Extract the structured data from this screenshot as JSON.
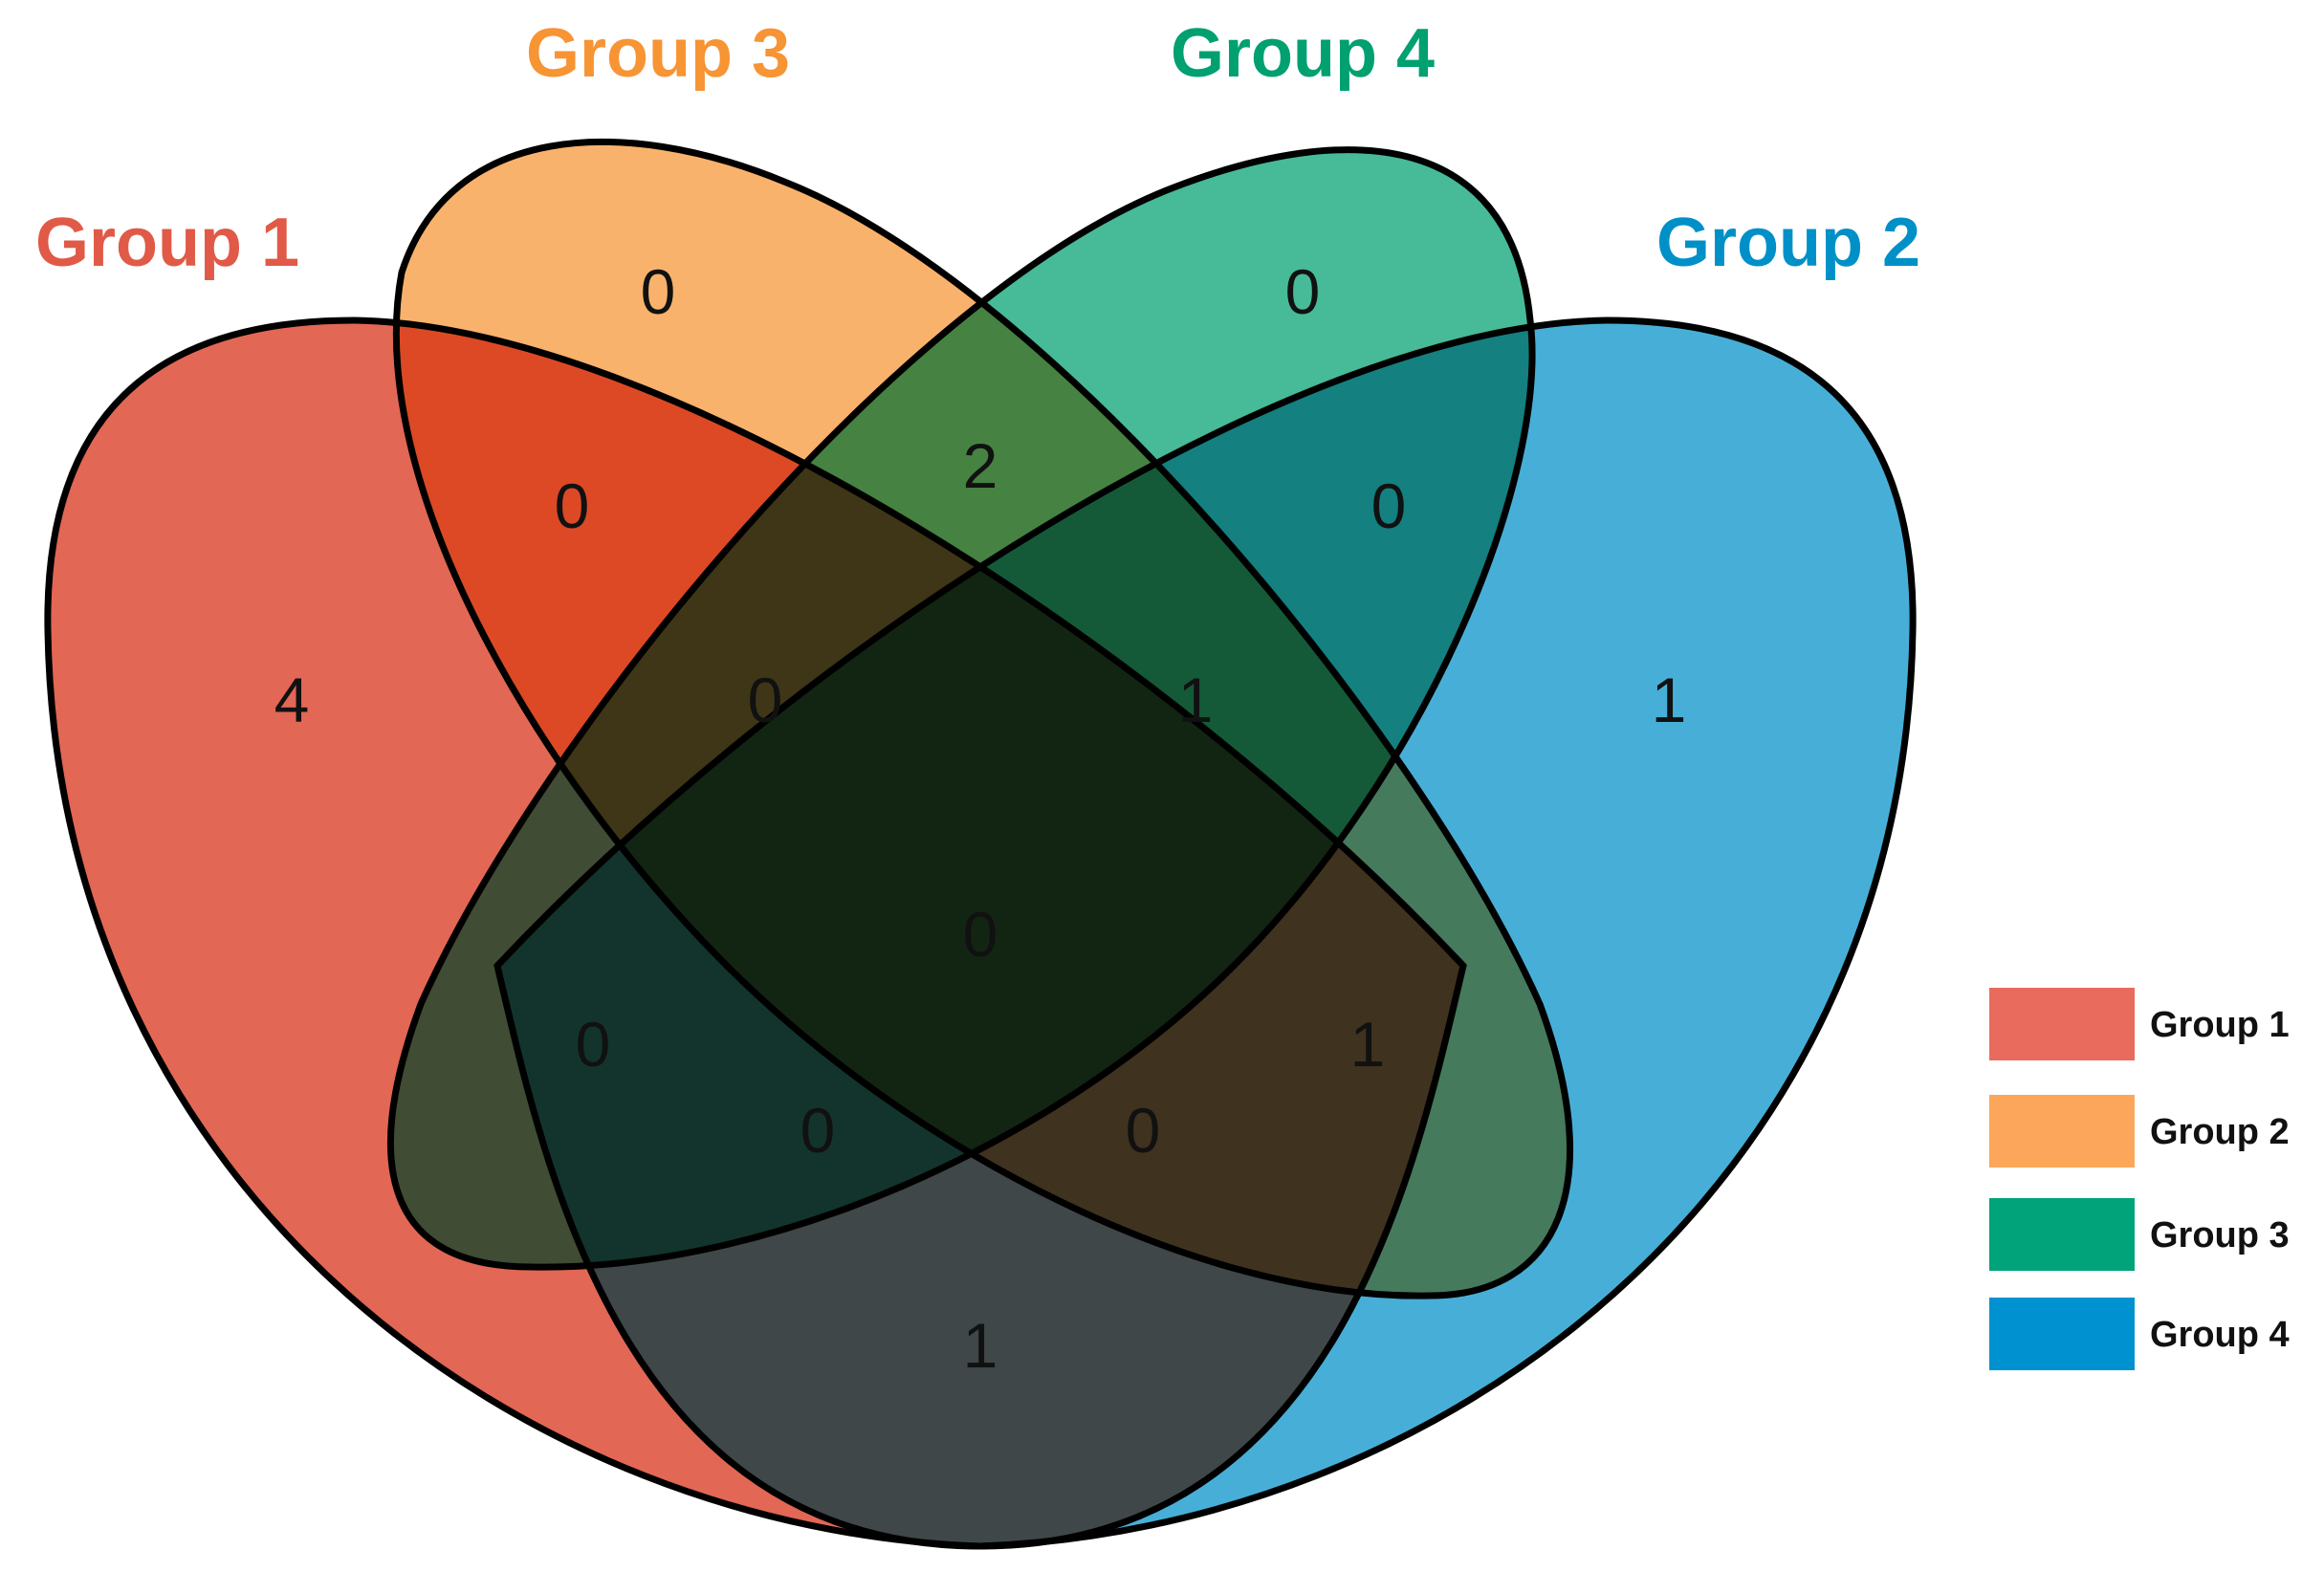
{
  "sets": [
    {
      "id": "g1",
      "title": "Group 1",
      "color": "#E05A47"
    },
    {
      "id": "g2",
      "title": "Group 2",
      "color": "#0090C8"
    },
    {
      "id": "g3",
      "title": "Group 3",
      "color": "#F79433"
    },
    {
      "id": "g4",
      "title": "Group 4",
      "color": "#00A070"
    }
  ],
  "regions": [
    {
      "sets": [
        "Group 1"
      ],
      "count": 4
    },
    {
      "sets": [
        "Group 2"
      ],
      "count": 1
    },
    {
      "sets": [
        "Group 3"
      ],
      "count": 0
    },
    {
      "sets": [
        "Group 4"
      ],
      "count": 0
    },
    {
      "sets": [
        "Group 1",
        "Group 3"
      ],
      "count": 0
    },
    {
      "sets": [
        "Group 3",
        "Group 4"
      ],
      "count": 2
    },
    {
      "sets": [
        "Group 2",
        "Group 4"
      ],
      "count": 0
    },
    {
      "sets": [
        "Group 1",
        "Group 3",
        "Group 4"
      ],
      "count": 0
    },
    {
      "sets": [
        "Group 2",
        "Group 3",
        "Group 4"
      ],
      "count": 1
    },
    {
      "sets": [
        "Group 1",
        "Group 2",
        "Group 3",
        "Group 4"
      ],
      "count": 0
    },
    {
      "sets": [
        "Group 1",
        "Group 4"
      ],
      "count": 0
    },
    {
      "sets": [
        "Group 2",
        "Group 3"
      ],
      "count": 1
    },
    {
      "sets": [
        "Group 1",
        "Group 2",
        "Group 4"
      ],
      "count": 0
    },
    {
      "sets": [
        "Group 1",
        "Group 2",
        "Group 3"
      ],
      "count": 0
    },
    {
      "sets": [
        "Group 1",
        "Group 2"
      ],
      "count": 1
    }
  ],
  "legend": [
    {
      "label": "Group 1",
      "color": "#E96B5D"
    },
    {
      "label": "Group 2",
      "color": "#FBA65A"
    },
    {
      "label": "Group 3",
      "color": "#00A37A"
    },
    {
      "label": "Group 4",
      "color": "#0092D0"
    }
  ]
}
